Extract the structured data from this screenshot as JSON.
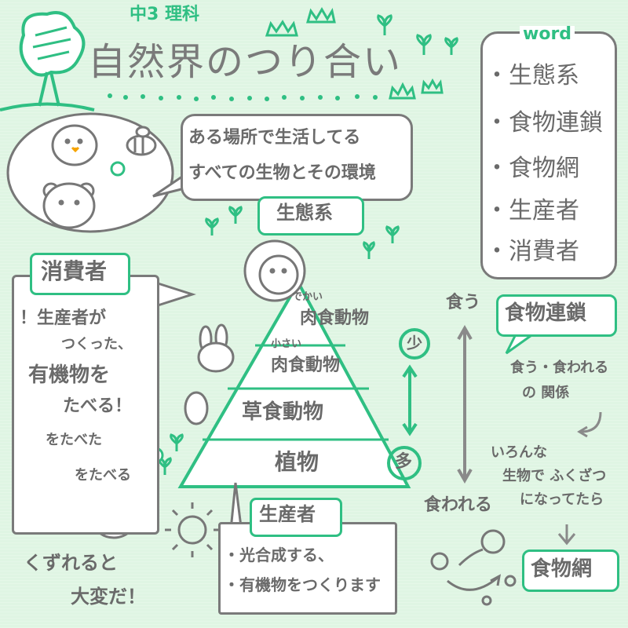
{
  "header": {
    "subject": "中3 理科",
    "title": "自然界のつり合い"
  },
  "definition": {
    "line1": "ある場所で生活してる",
    "line2": "すべての生物とその環境",
    "term": "生態系"
  },
  "word_box": {
    "heading": "word",
    "items": [
      "・生態系",
      "・食物連鎖",
      "・食物網",
      "・生産者",
      "・消費者"
    ]
  },
  "consumer": {
    "title": "消費者",
    "line1": "！生産者が",
    "line2": "つくった、",
    "line3": "有機物を",
    "line4": "たべる！",
    "lower1": "をたべた",
    "lower2": "をたべる"
  },
  "pyramid": {
    "tiers": [
      "でかい",
      "肉食動物",
      "小さい",
      "肉食動物",
      "草食動物",
      "植物"
    ],
    "few": "少",
    "many": "多"
  },
  "producer": {
    "title": "生産者",
    "line1": "・光合成する、",
    "line2": "・有機物をつくります"
  },
  "collapse": {
    "line1": "くずれると",
    "line2": "大変だ！"
  },
  "food_chain": {
    "eat": "食う",
    "term": "食物連鎖",
    "rel1": "食う・食われる",
    "rel2": "の 関係",
    "eaten": "食われる",
    "cond1": "いろんな",
    "cond2": "生物で ふくざつ",
    "cond3": "になってたら",
    "web": "食物網"
  },
  "colors": {
    "accent": "#2fbf83",
    "ink": "#777777",
    "bg": "#dff5e3",
    "paper": "#ffffff"
  }
}
